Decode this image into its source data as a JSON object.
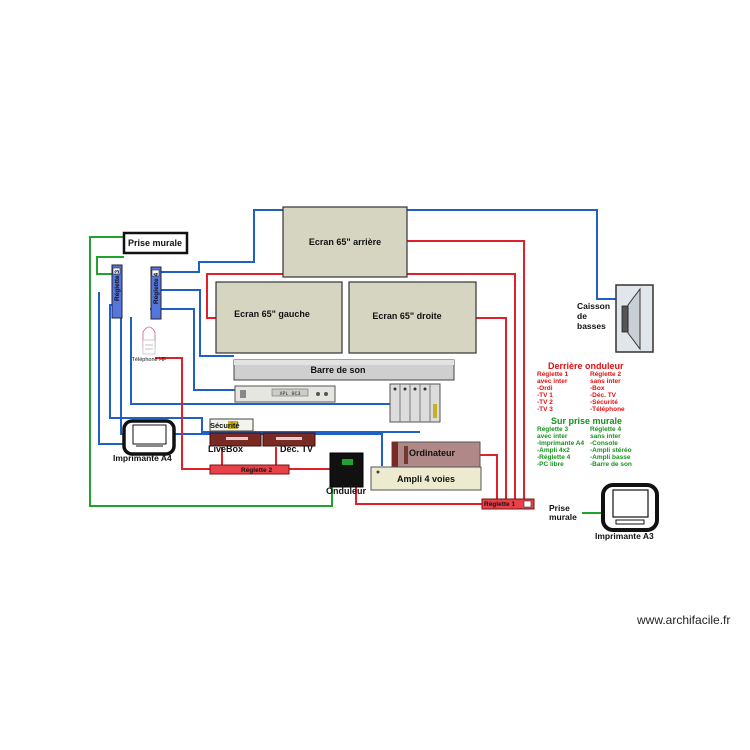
{
  "devices": {
    "ecran_arriere": "Ecran 65\" arrière",
    "ecran_gauche": "Ecran 65\" gauche",
    "ecran_droite": "Ecran 65\" droite",
    "barre_son": "Barre de son",
    "prise_murale_top": "Prise murale",
    "reglette3": "Réglette 3",
    "reglette4": "Réglette 4",
    "telephone": "Téléphone HF",
    "caisson_line1": "Caisson",
    "caisson_line2": "de",
    "caisson_line3": "basses",
    "securite": "Sécurité",
    "livebox": "LiveBox",
    "dec_tv": "Déc. TV",
    "reglette2": "Réglette 2",
    "imprimante_a4": "Imprimante A4",
    "onduleur": "Onduleur",
    "ordinateur": "Ordinateur",
    "ampli": "Ampli 4 voies",
    "reglette1": "Réglette 1",
    "prise_murale_right_1": "Prise",
    "prise_murale_right_2": "murale",
    "imprimante_a3": "Imprimante A3",
    "ampli_display": "XPL  9C3"
  },
  "legend": {
    "title_onduleur": "Derrière onduleur",
    "onduleur_col1": [
      "Réglette 1",
      "avec inter",
      "-Ordi",
      "-TV 1",
      "-TV 2",
      "-TV 3"
    ],
    "onduleur_col2": [
      "Réglette 2",
      "sans inter",
      "-Box",
      "-Déc. TV",
      "-Sécurité",
      "-Téléphone"
    ],
    "title_prise": "Sur prise murale",
    "prise_col1": [
      "Réglette 3",
      "avec inter",
      "-Imprimante A4",
      "-Ampli 4x2",
      "-Réglette 4",
      "-PC libre"
    ],
    "prise_col2": [
      "Réglette 4",
      "sans inter",
      "-Console",
      "-Ampli stéréo",
      "-Ampli basse",
      "-Barre de son"
    ]
  },
  "colors": {
    "red": "#e0202a",
    "blue": "#1f5fc8",
    "green": "#22a030",
    "legend_red": "#e01010",
    "legend_green": "#16931c",
    "screen_fill": "#d5d5c2",
    "brown": "#7a2a24",
    "reglette_red": "#e8414a",
    "reglette_blue": "#5577dd"
  },
  "watermark": "www.archifacile.fr"
}
